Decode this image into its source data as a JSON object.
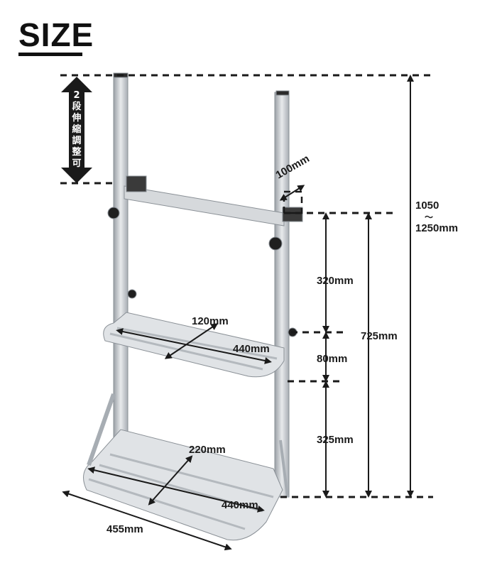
{
  "title": "SIZE",
  "adjust_note": [
    "2",
    "段",
    "伸",
    "縮",
    "調",
    "整",
    "可"
  ],
  "dims": {
    "total_min": "1050",
    "total_sep": "〜",
    "total_max": "1250mm",
    "clamp_width": "100mm",
    "upper_gap": "320mm",
    "step_gap": "80mm",
    "lower_gap": "325mm",
    "body_height": "725mm",
    "upper_step_depth": "120mm",
    "upper_step_width": "440mm",
    "lower_step_depth": "220mm",
    "lower_step_width": "440mm",
    "base_width": "455mm"
  },
  "colors": {
    "line": "#1a1a1a",
    "frame": "#c9ccd0",
    "frame_dark": "#9aa0a6"
  }
}
